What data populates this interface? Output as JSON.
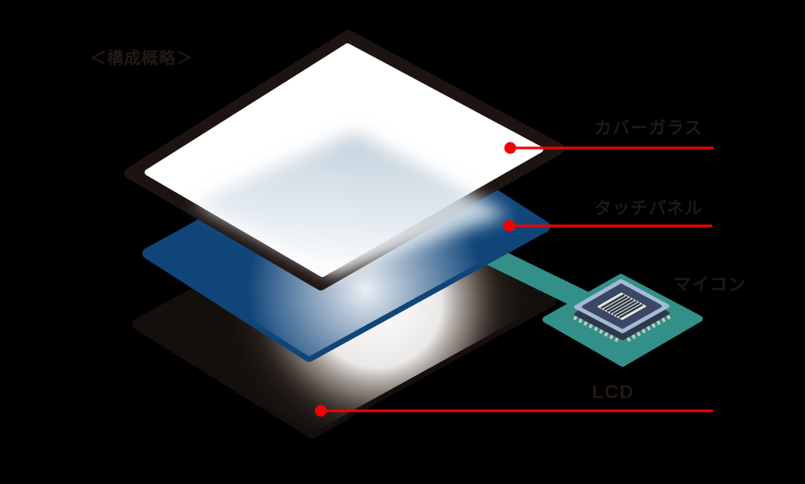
{
  "title": "＜構成概略＞",
  "diagram": {
    "labels": {
      "cover_glass": "カバーガラス",
      "touch_panel": "タッチパネル",
      "mcu": "マイコン",
      "lcd": "LCD"
    }
  },
  "colors": {
    "background": "#000000",
    "text": "#231815",
    "accent_red": "#f40004",
    "glass_border": "#1d1411",
    "glass_fill": "#ffffff",
    "glass_reflect": "#c0ceda",
    "panel_blue": "#10457a",
    "lcd_black": "#140f0d",
    "glow_white": "#ffffff",
    "pcb_teal": "#339089",
    "chip_rim": "#a6bad2",
    "chip_body": "#3b4865",
    "chip_body_dark": "#2e3950",
    "chip_die": "#dadcd4",
    "chip_stripe": "#2b3446",
    "chip_pin": "#c9cdc2"
  }
}
